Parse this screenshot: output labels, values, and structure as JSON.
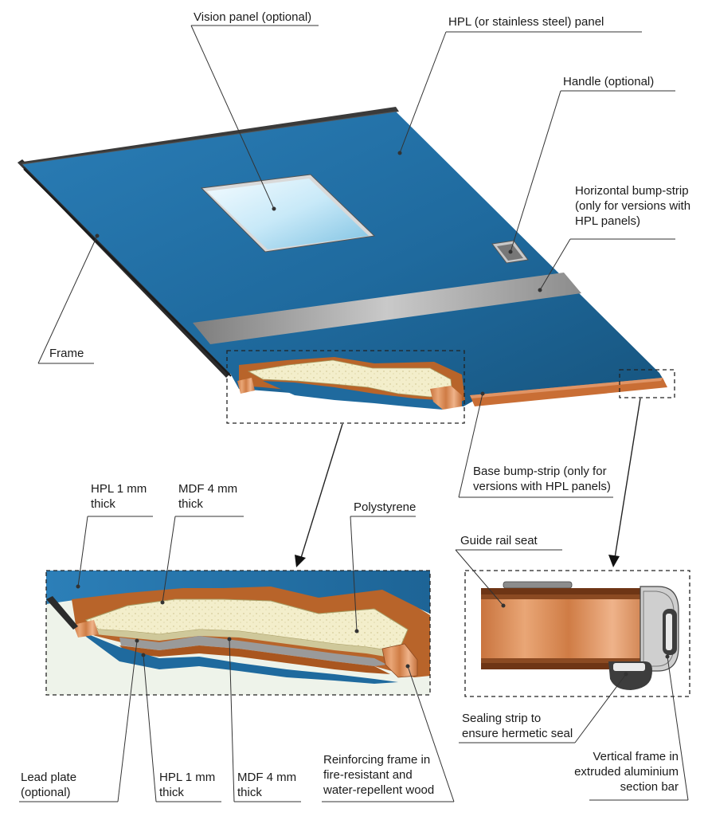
{
  "labels": {
    "vision_panel": "Vision panel (optional)",
    "hpl_panel": "HPL (or stainless steel) panel",
    "handle": "Handle (optional)",
    "horizontal_bump_strip": [
      "Horizontal bump-strip",
      "(only for versions with",
      "HPL panels)"
    ],
    "frame": "Frame",
    "base_bump_strip": [
      "Base bump-strip (only for",
      "versions with HPL panels)"
    ],
    "hpl_1mm_top": [
      "HPL 1 mm",
      "thick"
    ],
    "mdf_4mm_top": [
      "MDF 4 mm",
      "thick"
    ],
    "polystyrene": "Polystyrene",
    "guide_rail_seat": "Guide rail seat",
    "sealing_strip": [
      "Sealing strip to",
      "ensure hermetic seal"
    ],
    "vertical_frame": [
      "Vertical frame in",
      "extruded aluminium",
      "section bar"
    ],
    "lead_plate": [
      "Lead plate",
      "(optional)"
    ],
    "hpl_1mm_bottom": [
      "HPL 1 mm",
      "thick"
    ],
    "mdf_4mm_bottom": [
      "MDF 4 mm",
      "thick"
    ],
    "reinforcing_frame": [
      "Reinforcing frame in",
      "fire-resistant and",
      "water-repellent wood"
    ]
  },
  "colors": {
    "panel_blue": "#1f6a9e",
    "frame_dark": "#2b2b2b",
    "mdf_brown": "#b8642a",
    "polystyrene": "#f1ecc8",
    "strip_grey": "#a9a9a9",
    "wood": "#d98a55",
    "lead_grey": "#9a9a9a",
    "background_green": "#eef3ea"
  }
}
